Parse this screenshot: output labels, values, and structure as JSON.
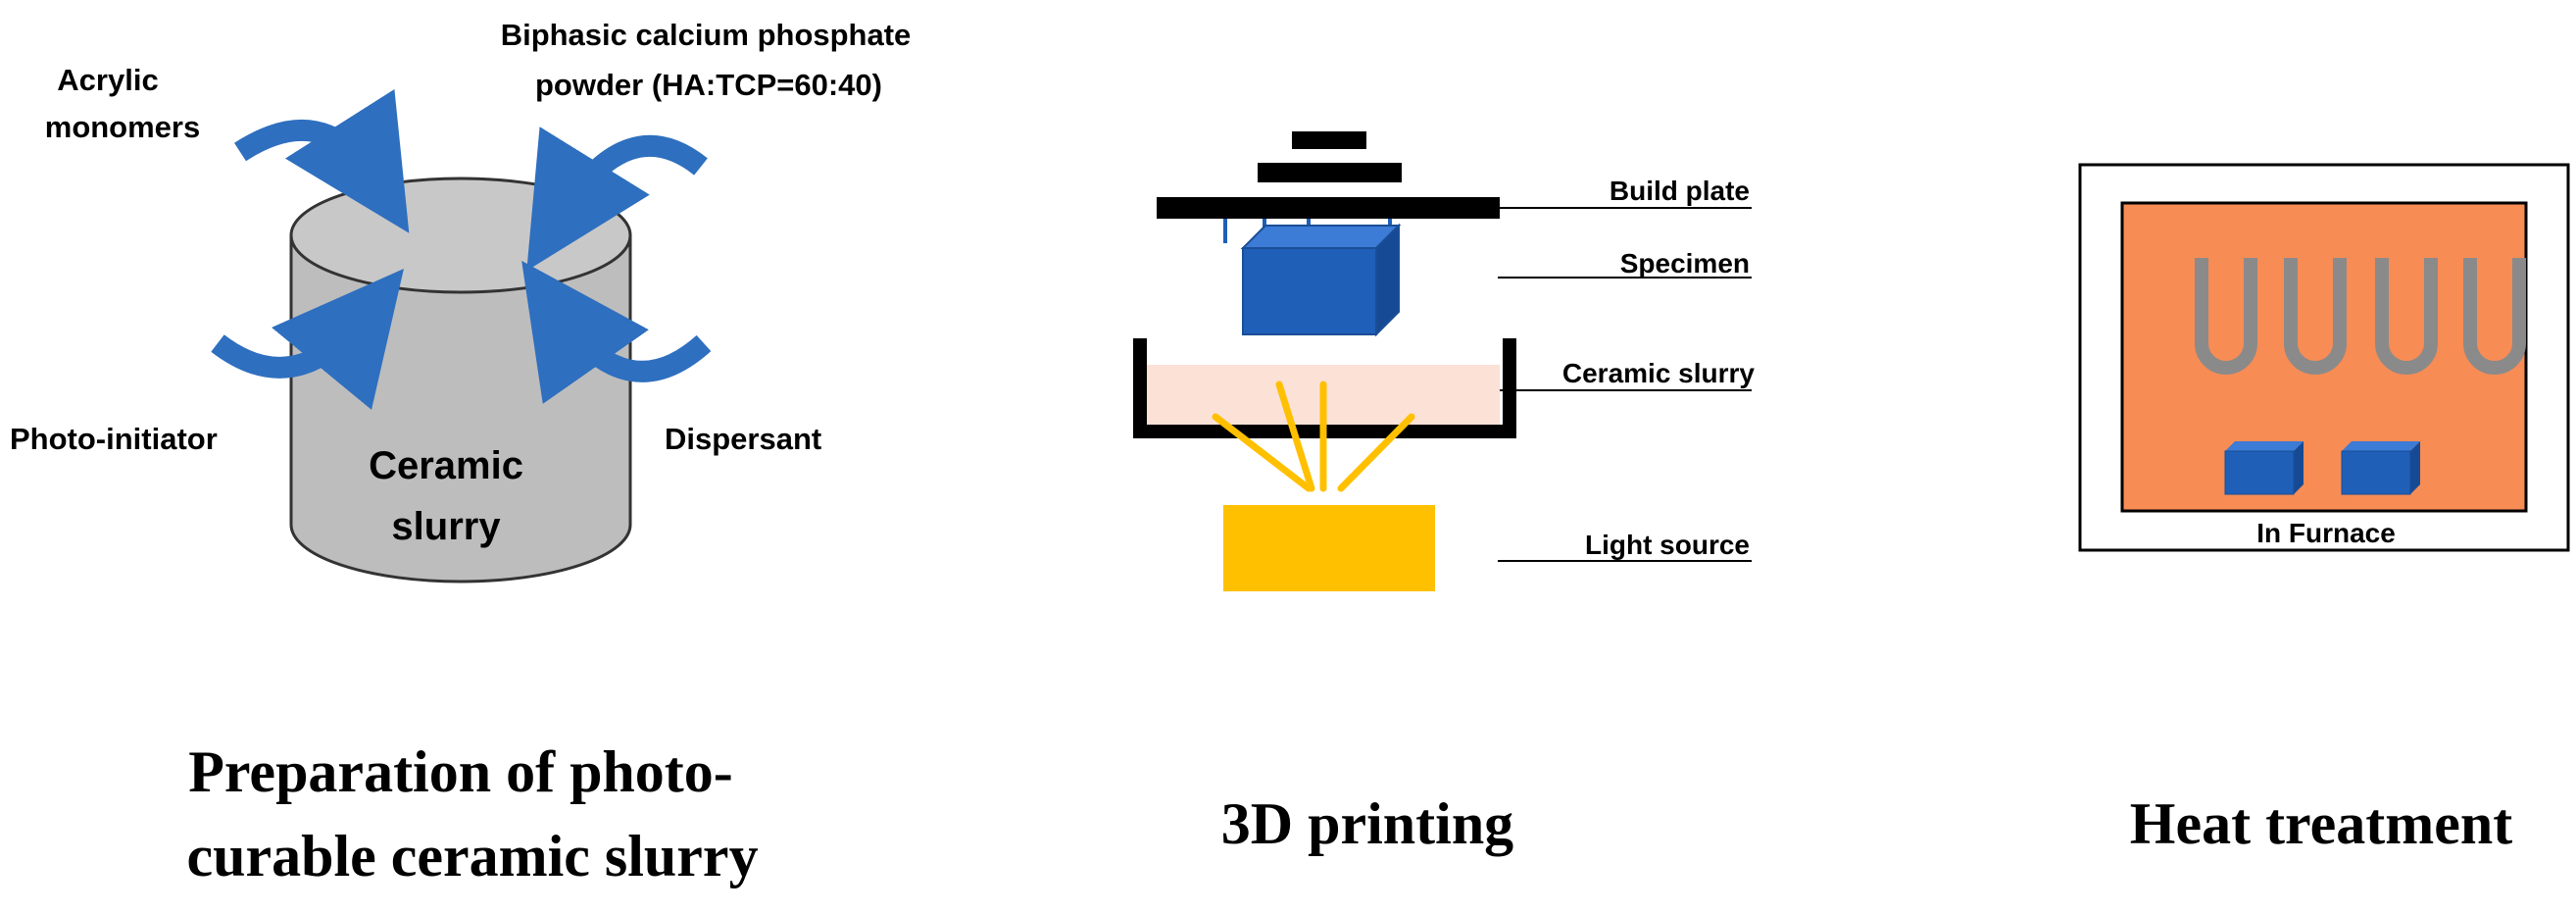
{
  "panels": {
    "preparation": {
      "inputs": {
        "acrylic_monomers": [
          "Acrylic",
          "monomers"
        ],
        "bcp_powder": [
          "Biphasic calcium phosphate",
          "powder (HA:TCP=60:40)"
        ],
        "photo_initiator": "Photo-initiator",
        "dispersant": "Dispersant"
      },
      "container_label": [
        "Ceramic",
        "slurry"
      ],
      "caption": [
        "Preparation of photo-",
        "curable ceramic slurry"
      ]
    },
    "printing": {
      "labels": {
        "build_plate": "Build plate",
        "specimen": "Specimen",
        "ceramic_slurry": "Ceramic slurry",
        "light_source": "Light source"
      },
      "caption": "3D printing"
    },
    "heat_treatment": {
      "furnace_label": "In Furnace",
      "caption": "Heat treatment"
    }
  },
  "colors": {
    "arrow_blue": "#2E6FBF",
    "cylinder_gray": "#BDBDBD",
    "specimen_blue": "#1F5FB8",
    "slurry_pink": "#FBE1D6",
    "light_yellow": "#FFC000",
    "furnace_orange": "#F78C55",
    "heater_gray": "#8A8A8A"
  }
}
